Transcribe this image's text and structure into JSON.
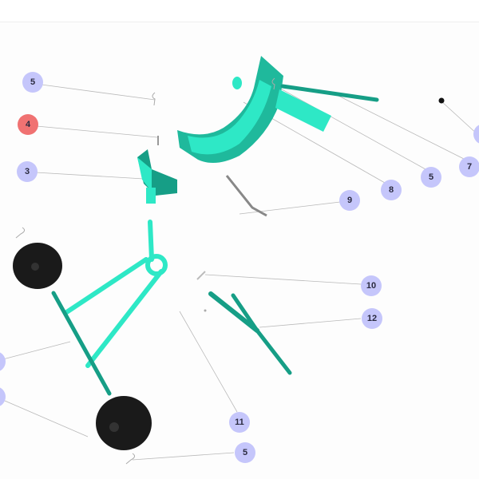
{
  "diagram": {
    "callouts": [
      {
        "label": "5",
        "active": false
      },
      {
        "label": "4",
        "active": true
      },
      {
        "label": "3",
        "active": false
      },
      {
        "label": "8",
        "active": false
      },
      {
        "label": "5",
        "active": false
      },
      {
        "label": "7",
        "active": false
      },
      {
        "label": "9",
        "active": false
      },
      {
        "label": "10",
        "active": false
      },
      {
        "label": "12",
        "active": false
      },
      {
        "label": "11",
        "active": false
      },
      {
        "label": "5",
        "active": false
      }
    ],
    "colors": {
      "callout": "#c5c6fb",
      "callout_active": "#f07272",
      "part": "#2ee8c6",
      "part_shade": "#169e86",
      "wheel": "#1a1a1a"
    }
  }
}
